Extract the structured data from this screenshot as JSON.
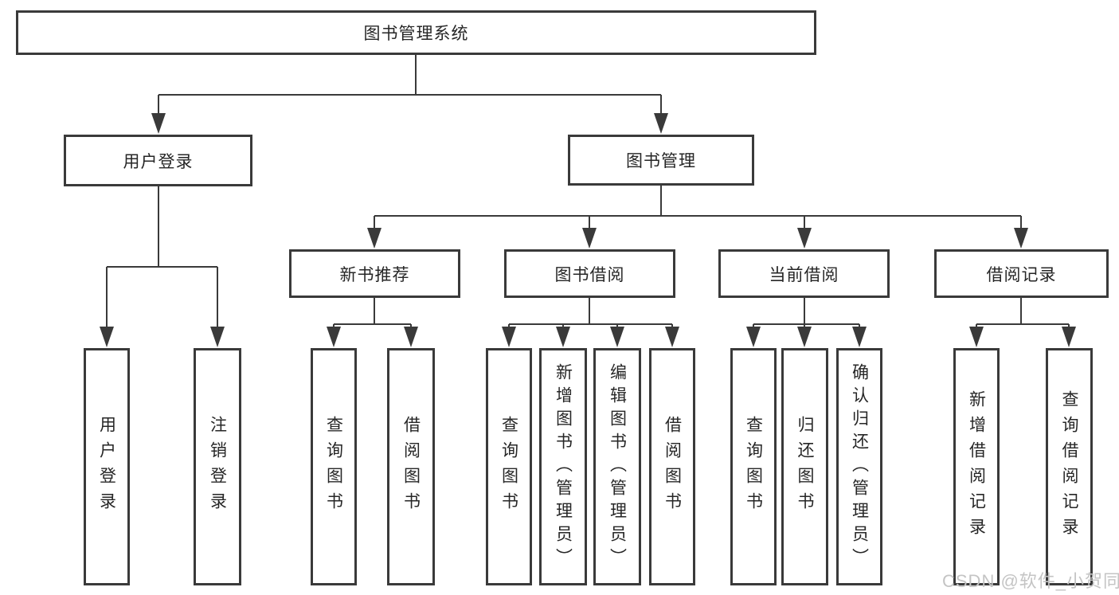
{
  "tree": {
    "label": "图书管理系统",
    "children": [
      {
        "label": "用户登录",
        "children": [
          {
            "label": "用户登录"
          },
          {
            "label": "注销登录"
          }
        ]
      },
      {
        "label": "图书管理",
        "children": [
          {
            "label": "新书推荐",
            "children": [
              {
                "label": "查询图书"
              },
              {
                "label": "借阅图书"
              }
            ]
          },
          {
            "label": "图书借阅",
            "children": [
              {
                "label": "查询图书"
              },
              {
                "label": "新增图书（管理员）"
              },
              {
                "label": "编辑图书（管理员）"
              },
              {
                "label": "借阅图书"
              }
            ]
          },
          {
            "label": "当前借阅",
            "children": [
              {
                "label": "查询图书"
              },
              {
                "label": "归还图书"
              },
              {
                "label": "确认归还（管理员）"
              }
            ]
          },
          {
            "label": "借阅记录",
            "children": [
              {
                "label": "新增借阅记录"
              },
              {
                "label": "查询借阅记录"
              }
            ]
          }
        ]
      }
    ]
  },
  "watermark": {
    "text": "CSDN @软件_小贺同学"
  },
  "colors": {
    "line": "#3a3a3a",
    "border": "#3a3a3a",
    "text": "#262626",
    "watermark": "#c4c4c4",
    "background": "#ffffff"
  }
}
